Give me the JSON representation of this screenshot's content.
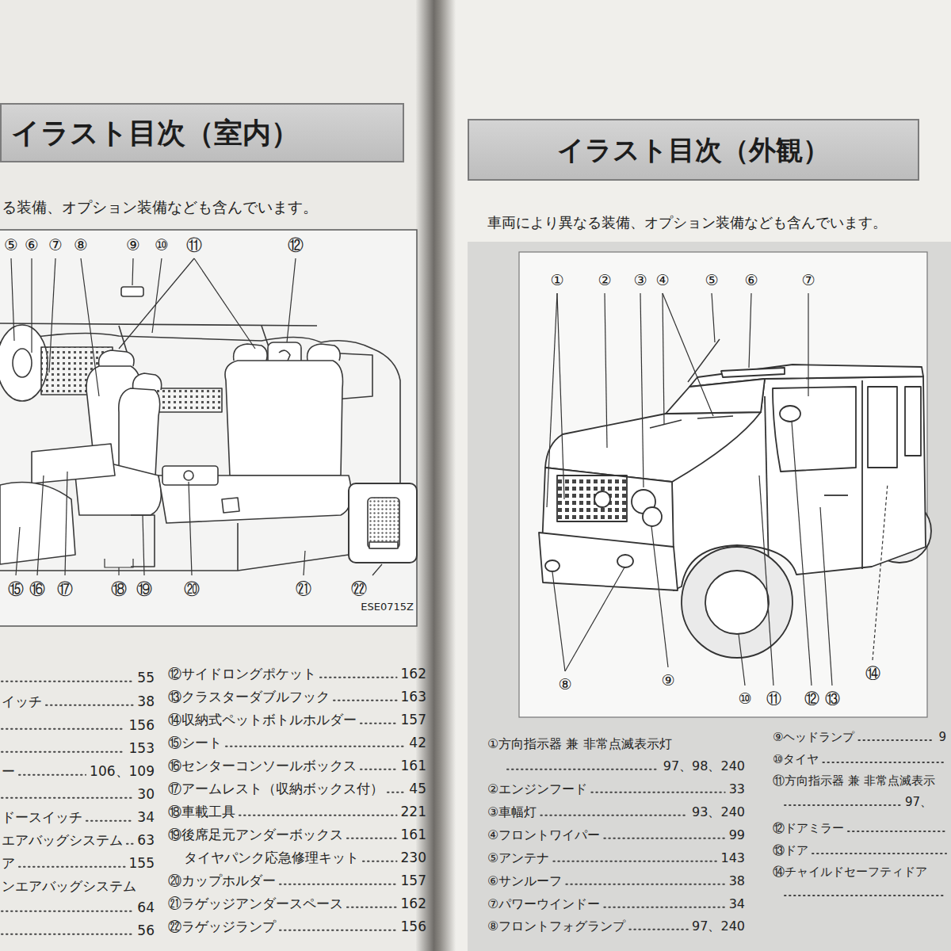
{
  "diagram": {
    "nodes": [
      {
        "text": [
          "イラスト目次（室内）"
        ]
      },
      {
        "text": [
          "イラスト目次（外観）"
        ]
      }
    ],
    "labels": [
      "る装備、オプション装備なども含んでいます。",
      "⑤",
      "⑥",
      "⑦",
      "⑧",
      "⑨",
      "⑩",
      "⑪",
      "⑫",
      "⑮",
      "⑯",
      "⑰",
      "⑱",
      "⑲",
      "⑳",
      "㉑",
      "㉒",
      "ESE0715Z",
      "55",
      "イッチ",
      "38",
      "156",
      "153",
      "ー",
      "106、109",
      "30",
      "ドースイッチ",
      "34",
      "エアバッグシステム",
      "63",
      "ア",
      "155",
      "ンエアバッグシステム",
      "64",
      "56",
      "⑫サイドロングポケット",
      "162",
      "⑬クラスターダブルフック",
      "163",
      "⑭収納式ペットボトルホルダー",
      "157",
      "⑮シート",
      "42",
      "⑯センターコンソールボックス",
      "161",
      "⑰アームレスト（収納ボックス付）",
      "45",
      "⑱車載工具",
      "221",
      "⑲後席足元アンダーボックス",
      "161",
      "タイヤパンク応急修理キット",
      "230",
      "⑳カップホルダー",
      "157",
      "㉑ラゲッジアンダースペース",
      "162",
      "㉒ラゲッジランプ",
      "156",
      "車両により異なる装備、オプション装備なども含んでいます。",
      "①",
      "②",
      "③",
      "④",
      "⑤",
      "⑥",
      "⑦",
      "⑧",
      "⑨",
      "⑩",
      "⑪",
      "⑫",
      "⑬",
      "⑭",
      "①方向指示器 兼 非常点滅表示灯",
      "97、98、240",
      "②エンジンフード",
      "33",
      "③車幅灯",
      "93、240",
      "④フロントワイパー",
      "99",
      "⑤アンテナ",
      "143",
      "⑥サンルーフ",
      "38",
      "⑦パワーウインドー",
      "34",
      "⑧フロントフォグランプ",
      "97、240",
      "⑨ヘッドランプ",
      "9",
      "⑩タイヤ",
      "⑪方向指示器 兼 非常点滅表示",
      "97、",
      "⑫ドアミラー",
      "⑬ドア",
      "⑭チャイルドセーフティドア"
    ]
  }
}
